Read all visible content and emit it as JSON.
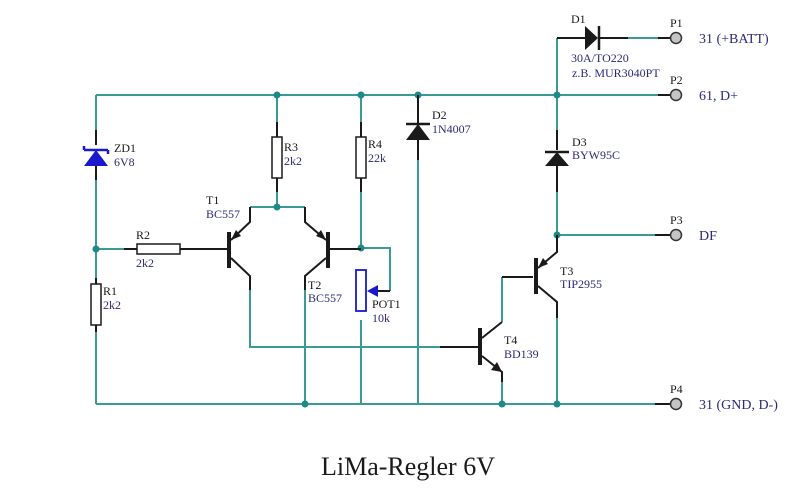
{
  "title": "LiMa-Regler 6V",
  "colors": {
    "wire": "#3a9a96",
    "lead": "#1a1a1a",
    "value_text": "#2a2a7a",
    "highlight": "#1a1acc"
  },
  "components": {
    "D1": {
      "ref": "D1",
      "value": "30A/TO220",
      "value2": "z.B. MUR3040PT"
    },
    "D2": {
      "ref": "D2",
      "value": "1N4007"
    },
    "D3": {
      "ref": "D3",
      "value": "BYW95C"
    },
    "ZD1": {
      "ref": "ZD1",
      "value": "6V8"
    },
    "R1": {
      "ref": "R1",
      "value": "2k2"
    },
    "R2": {
      "ref": "R2",
      "value": "2k2"
    },
    "R3": {
      "ref": "R3",
      "value": "2k2"
    },
    "R4": {
      "ref": "R4",
      "value": "22k"
    },
    "POT1": {
      "ref": "POT1",
      "value": "10k"
    },
    "T1": {
      "ref": "T1",
      "value": "BC557"
    },
    "T2": {
      "ref": "T2",
      "value": "BC557"
    },
    "T3": {
      "ref": "T3",
      "value": "TIP2955"
    },
    "T4": {
      "ref": "T4",
      "value": "BD139"
    }
  },
  "ports": [
    {
      "ref": "P1",
      "label": "31 (+BATT)"
    },
    {
      "ref": "P2",
      "label": "61, D+"
    },
    {
      "ref": "P3",
      "label": "DF"
    },
    {
      "ref": "P4",
      "label": "31 (GND, D-)"
    }
  ]
}
